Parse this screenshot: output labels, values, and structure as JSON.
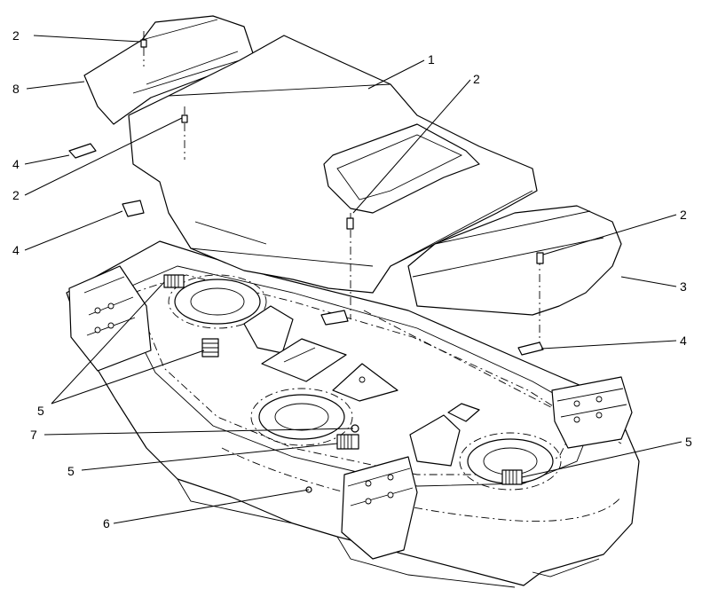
{
  "callouts": [
    {
      "id": "c-2a",
      "label": "2"
    },
    {
      "id": "c-8",
      "label": "8"
    },
    {
      "id": "c-1",
      "label": "1"
    },
    {
      "id": "c-2b",
      "label": "2"
    },
    {
      "id": "c-4a",
      "label": "4"
    },
    {
      "id": "c-2c",
      "label": "2"
    },
    {
      "id": "c-4b",
      "label": "4"
    },
    {
      "id": "c-2d",
      "label": "2"
    },
    {
      "id": "c-3",
      "label": "3"
    },
    {
      "id": "c-4c",
      "label": "4"
    },
    {
      "id": "c-5a",
      "label": "5"
    },
    {
      "id": "c-7",
      "label": "7"
    },
    {
      "id": "c-5b",
      "label": "5"
    },
    {
      "id": "c-5c",
      "label": "5"
    },
    {
      "id": "c-6",
      "label": "6"
    }
  ]
}
